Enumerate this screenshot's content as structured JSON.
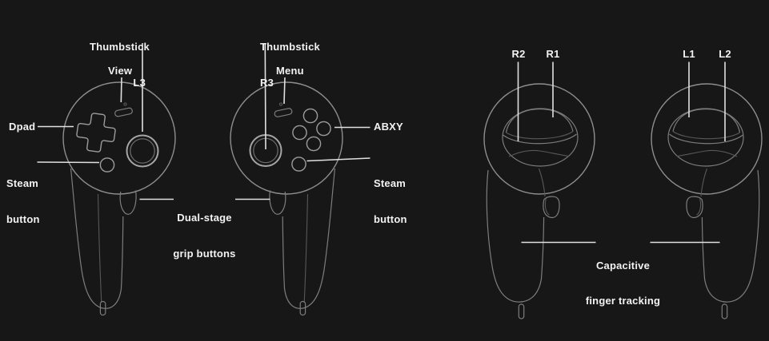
{
  "labels": {
    "thumbstick_left": {
      "line1": "Thumbstick",
      "line2": "L3"
    },
    "view": "View",
    "dpad": "Dpad",
    "steam_left": {
      "line1": "Steam",
      "line2": "button"
    },
    "thumbstick_right": {
      "line1": "Thumbstick",
      "line2": "R3"
    },
    "menu": "Menu",
    "abxy": "ABXY",
    "steam_right": {
      "line1": "Steam",
      "line2": "button"
    },
    "grip": {
      "line1": "Dual-stage",
      "line2": "grip buttons"
    },
    "r2": "R2",
    "r1": "R1",
    "l1": "L1",
    "l2": "L2",
    "capacitive": {
      "line1": "Capacitive",
      "line2": "finger tracking"
    }
  },
  "colors": {
    "background": "#171717",
    "controller_outline": "#8e8e8e",
    "detail_outline": "#7d7d7d",
    "dim_outline": "#585858",
    "leader_line": "#e0e0e0",
    "text": "#f2f2f2"
  }
}
